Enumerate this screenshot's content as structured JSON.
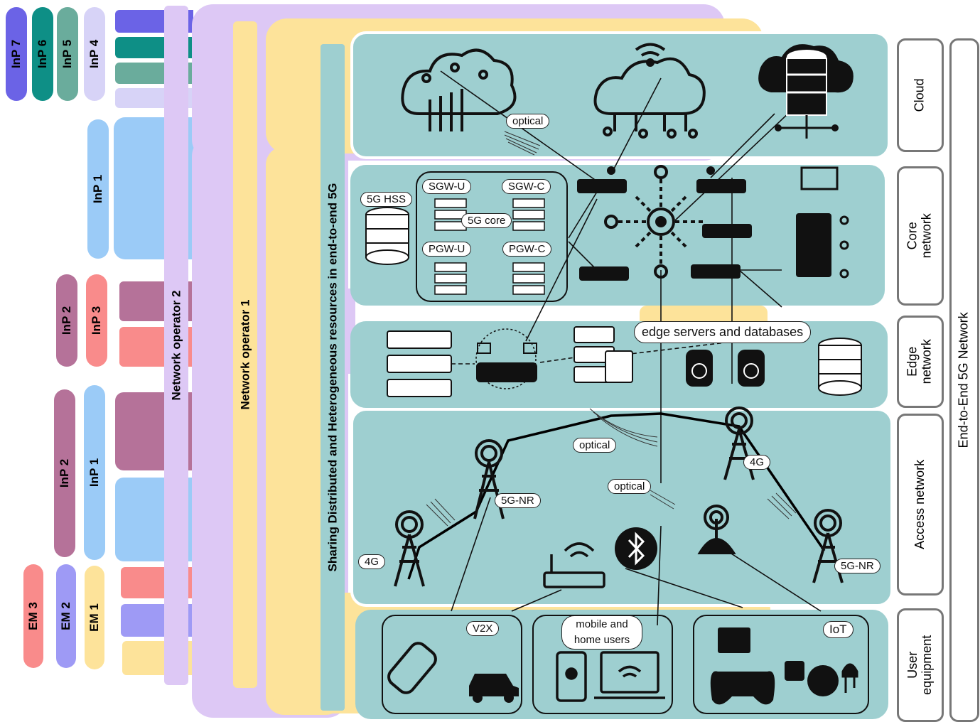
{
  "inp_labels": {
    "inp7": "InP 7",
    "inp6": "InP 6",
    "inp5": "InP 5",
    "inp4": "InP 4",
    "inp1_top": "InP 1",
    "inp2_top": "InP 2",
    "inp3": "InP 3",
    "inp2_bottom": "InP 2",
    "inp1_bottom": "InP 1",
    "em3": "EM 3",
    "em2": "EM 2",
    "em1": "EM 1"
  },
  "operators": {
    "op2": "Network operator 2",
    "op1": "Network operator 1"
  },
  "sharing_label": "Sharing Distributed and Heterogeneous resources in end-to-end 5G",
  "layers": {
    "cloud": "Cloud",
    "core": "Core network",
    "edge": "Edge network",
    "access": "Access network",
    "user": "User equipment",
    "e2e": "End-to-End 5G Network"
  },
  "tags": {
    "optical_cloud": "optical",
    "hss": "5G HSS",
    "sgwu": "SGW-U",
    "sgwc": "SGW-C",
    "core5g": "5G core",
    "pgwu": "PGW-U",
    "pgwc": "PGW-C",
    "edge_servers": "edge servers and databases",
    "optical_access1": "optical",
    "optical_access2": "optical",
    "g4_right": "4G",
    "nr_left": "5G-NR",
    "g4_left": "4G",
    "nr_right": "5G-NR",
    "v2x": "V2X",
    "mobile": "mobile and home users",
    "iot": "IoT"
  },
  "colors": {
    "layer_teal": "#9ecfd0",
    "op2_purple": "#ddc8f5",
    "op1_yellow": "#fde39a",
    "inp7": "#6b63e6",
    "inp6": "#0e8f86",
    "inp5": "#6aac9c",
    "inp4": "#d7d3f7",
    "inp1": "#9bcbf7",
    "inp2": "#b57299",
    "inp3": "#f98b8b",
    "em3": "#f98b8b",
    "em2": "#9e9af5",
    "em1": "#fde39a"
  },
  "icons": [
    "cloud-circuit-icon",
    "cloud-wifi-icon",
    "cloud-database-icon",
    "router-icon",
    "hub-node-icon",
    "server-stack-icon",
    "database-icon",
    "cell-tower-icon",
    "wifi-router-icon",
    "bluetooth-icon",
    "antenna-icon",
    "car-icon",
    "phone-icon",
    "laptop-icon",
    "gamepad-icon",
    "raspberry-icon",
    "led-icon",
    "optical-fiber-icon"
  ]
}
